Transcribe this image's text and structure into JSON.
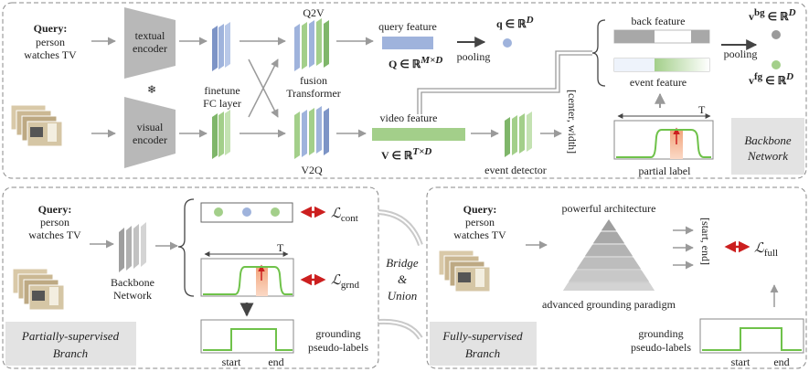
{
  "top_panel": {
    "query": {
      "label": "Query:",
      "line1": "person",
      "line2": "watches TV"
    },
    "textual_encoder": {
      "line1": "textual",
      "line2": "encoder"
    },
    "visual_encoder": {
      "line1": "visual",
      "line2": "encoder"
    },
    "freeze_symbol": "❄",
    "finetune": {
      "line1": "finetune",
      "line2": "FC layer"
    },
    "fusion": {
      "line1": "fusion",
      "line2": "Transformer"
    },
    "q2v": "Q2V",
    "v2q": "V2Q",
    "query_feature": "query feature",
    "query_matrix": {
      "main": "Q ∈ ℝ",
      "sup": "M×D"
    },
    "pooling_top": "pooling",
    "q_vector": {
      "main": "q ∈ ℝ",
      "sup": "D"
    },
    "video_feature": "video feature",
    "video_matrix": {
      "main": "V ∈ ℝ",
      "sup": "T×D"
    },
    "event_detector": "event detector",
    "center_width": "[center, width]",
    "back_feature": "back feature",
    "event_feature": "event feature",
    "pooling_right": "pooling",
    "v_bg": {
      "main": "v",
      "sup": "bg",
      "rest": " ∈ ℝ",
      "sup2": "D"
    },
    "v_fg": {
      "main": "v",
      "sup": "fg",
      "rest": " ∈ ℝ",
      "sup2": "D"
    },
    "partial_label_T": "T",
    "partial_label": "partial label",
    "backbone_badge": {
      "line1": "Backbone",
      "line2": "Network"
    }
  },
  "left_panel": {
    "query": {
      "label": "Query:",
      "line1": "person",
      "line2": "watches TV"
    },
    "backbone": {
      "line1": "Backbone",
      "line2": "Network"
    },
    "T_label": "T",
    "loss_cont": {
      "main": "ℒ",
      "sub": "cont"
    },
    "loss_grnd": {
      "main": "ℒ",
      "sub": "grnd"
    },
    "grounding": {
      "line1": "grounding",
      "line2": "pseudo-labels"
    },
    "start": "start",
    "end": "end",
    "badge": {
      "line1": "Partially-supervised",
      "line2": "Branch"
    }
  },
  "middle": {
    "line1": "Bridge",
    "line2": "&",
    "line3": "Union"
  },
  "right_panel": {
    "query": {
      "label": "Query:",
      "line1": "person",
      "line2": "watches TV"
    },
    "powerful": "powerful architecture",
    "advanced": "advanced grounding paradigm",
    "start_end": "[start, end]",
    "loss_full": {
      "main": "ℒ",
      "sub": "full"
    },
    "grounding": {
      "line1": "grounding",
      "line2": "pseudo-labels"
    },
    "start": "start",
    "end": "end",
    "badge": {
      "line1": "Fully-supervised",
      "line2": "Branch"
    }
  },
  "colors": {
    "blue": "#9fb3dc",
    "green": "#a3cf8a",
    "gray_encoder": "#b8b8b8",
    "red_arrow": "#cc1f1f",
    "orange_band": "#f2a57d",
    "green_line": "#6fc24a",
    "badge_bg": "#e3e3e3"
  }
}
